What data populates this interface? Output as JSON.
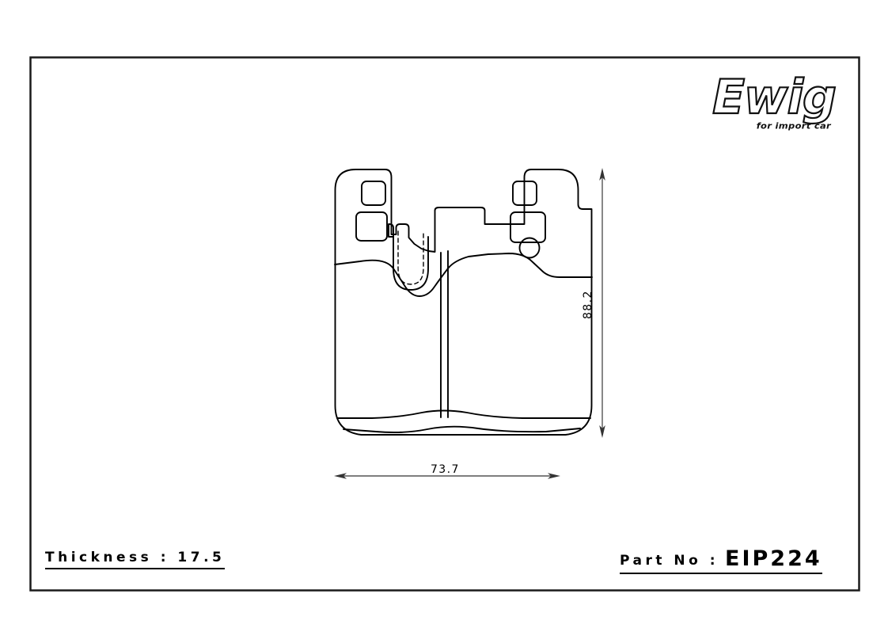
{
  "document": {
    "type": "technical-drawing",
    "subject": "brake-pad"
  },
  "brand": {
    "wordmark": "Ewig",
    "tagline": "for import car"
  },
  "dimensions": {
    "height": {
      "value": "88.2",
      "orientation": "vertical"
    },
    "width": {
      "value": "73.7",
      "orientation": "horizontal"
    }
  },
  "footer": {
    "thickness_label": "Thickness : 17.5",
    "part_no_label": "Part No :",
    "part_no_value": "EIP224"
  },
  "colors": {
    "background": "#ffffff",
    "line": "#000000",
    "frame": "#1a1a1a",
    "dimension_line": "#555555"
  }
}
